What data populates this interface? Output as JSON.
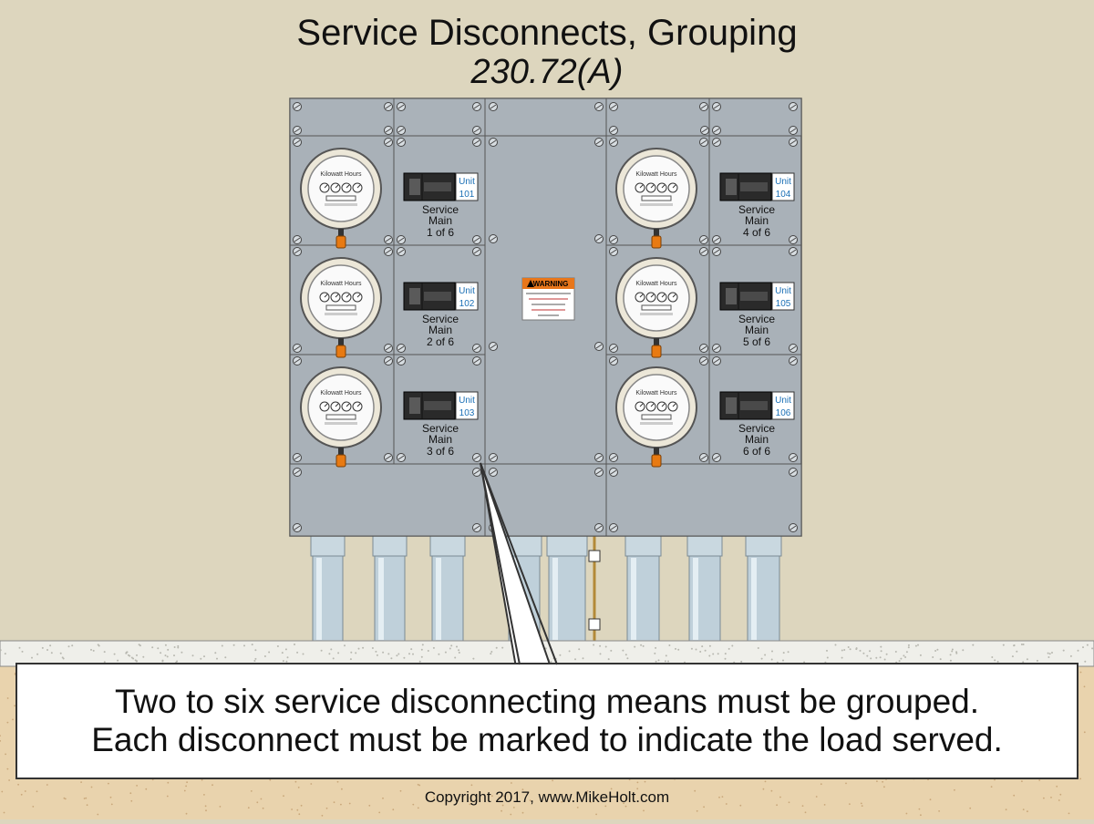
{
  "title": "Service Disconnects, Grouping",
  "subtitle": "230.72(A)",
  "callout": {
    "line1": "Two to six service disconnecting means must be grouped.",
    "line2": "Each disconnect must be marked to indicate the load served."
  },
  "copyright": "Copyright 2017, www.MikeHolt.com",
  "meter_label": "Kilowatt Hours",
  "warning_label": "WARNING",
  "units": [
    {
      "unit_word": "Unit",
      "unit_number": "101",
      "service": "Service",
      "main": "Main",
      "of": "1 of 6"
    },
    {
      "unit_word": "Unit",
      "unit_number": "102",
      "service": "Service",
      "main": "Main",
      "of": "2 of 6"
    },
    {
      "unit_word": "Unit",
      "unit_number": "103",
      "service": "Service",
      "main": "Main",
      "of": "3 of 6"
    },
    {
      "unit_word": "Unit",
      "unit_number": "104",
      "service": "Service",
      "main": "Main",
      "of": "4 of 6"
    },
    {
      "unit_word": "Unit",
      "unit_number": "105",
      "service": "Service",
      "main": "Main",
      "of": "5 of 6"
    },
    {
      "unit_word": "Unit",
      "unit_number": "106",
      "service": "Service",
      "main": "Main",
      "of": "6 of 6"
    }
  ],
  "colors": {
    "wall": "#ddd6be",
    "panel": "#a9b1b8",
    "conduit": "#bfd0da",
    "soil": "#e9d3ad",
    "slab": "#eeeeea",
    "lock": "#e87a12",
    "unit_text": "#1a6fb5",
    "warning": "#e8761a"
  }
}
